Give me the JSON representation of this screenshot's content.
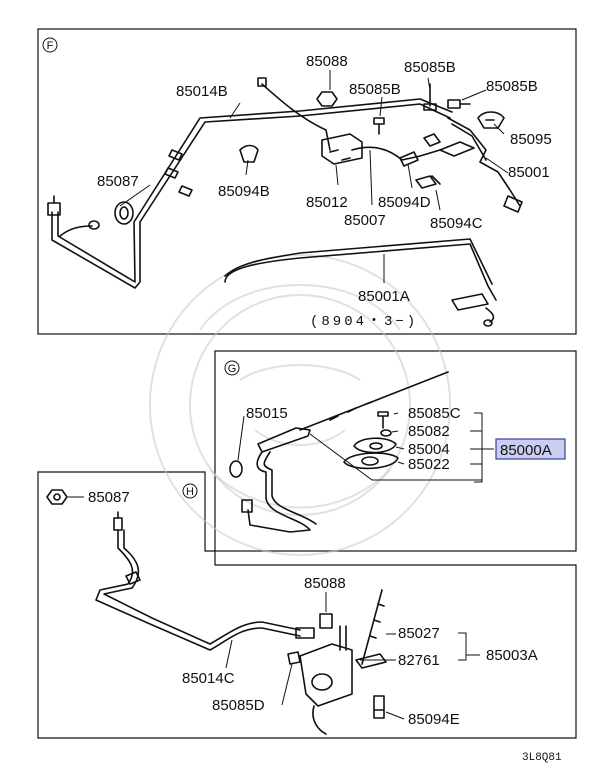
{
  "sections": {
    "F": {
      "marker": "F"
    },
    "G": {
      "marker": "G"
    },
    "H": {
      "marker": "H"
    }
  },
  "labels": {
    "p85088_f": "85088",
    "p85085B_1": "85085B",
    "p85085B_2": "85085B",
    "p85085B_3": "85085B",
    "p85014B": "85014B",
    "p85095": "85095",
    "p85001": "85001",
    "p85087_f": "85087",
    "p85094B": "85094B",
    "p85012": "85012",
    "p85094D": "85094D",
    "p85007": "85007",
    "p85094C": "85094C",
    "p85001A": "85001A",
    "date_note": "(8904・3−)",
    "p85015": "85015",
    "p85085C": "85085C",
    "p85082": "85082",
    "p85004": "85004",
    "p85022": "85022",
    "p85000A": "85000A",
    "p85087_h": "85087",
    "p85088_h": "85088",
    "p85027": "85027",
    "p82761": "82761",
    "p85003A": "85003A",
    "p85014C": "85014C",
    "p85085D": "85085D",
    "p85094E": "85094E",
    "footer_code": "3L8Q81"
  },
  "colors": {
    "highlight": "#c9cdf2",
    "highlight_border": "#3a3f96",
    "ink": "#111111"
  }
}
